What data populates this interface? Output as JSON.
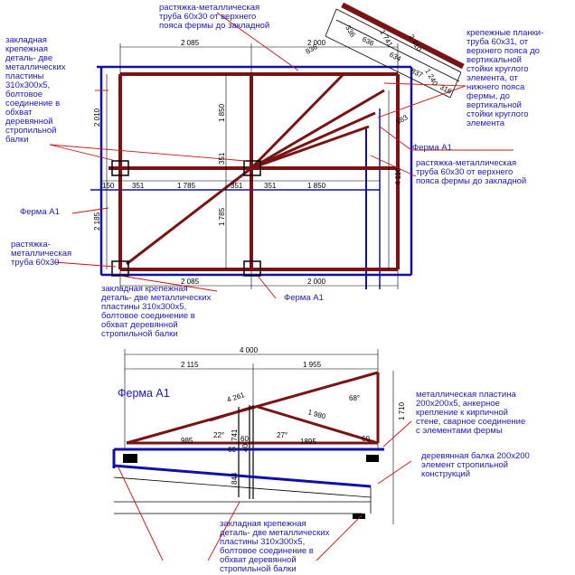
{
  "notes": {
    "top_rastyazhka": "растяжка-металлическая\nтруба 60х30 от верхнего\nпояса фермы до закладной",
    "top_left_zakladnaya": "закладная\nкрепежная\nдеталь- две\nметаллических\nпластины\n310х300х5,\nболтовое\nсоединение в\nобхват\nдеревянной\nстропильной\nбалки",
    "right_planki": "крепежные планки-\nтруба 60х31, от\nверхнего пояса до\nвертикальной\nстойки круглого\nэлемента, от\nнижнего пояса\nфермы, до\nвертикальной\nстойки круглого\nэлемента",
    "ferma_a1_right": "Ферма А1",
    "right_rastyazhka": "растяжка-металлическая\nтруба 60х30 от верхнего\nпояса фермы до закладной",
    "ferma_a1_left": "Ферма А1",
    "left_rastyazhka": "растяжка-\nметаллическая\nтруба 60х30",
    "bottom_zakladnaya": "закладная крепежная\nдеталь- две металлических\nпластины 310х300х5,\nболтовое соединение в\nобхват деревянной\nстропильной балки",
    "ferma_a1_bottom": "Ферма А1",
    "section_title": "Ферма А1",
    "metal_plate": "металлическая пластина\n200х200х5, анкерное\nкрепление к кирпичной\nстене, сварное соединение\nс элементами фермы",
    "beam": "деревянная балка 200х200\nэлемент стропильной\nконструкций",
    "bottom_note": "закладная крепежная\nдеталь- две металлических\nпластины 310х300х5,\nболтовое соединение в\nобхват деревянной\nстропильной балки"
  },
  "plan_dims": {
    "top_left": "2 085",
    "top_right": "2 000",
    "left_upper": "2 010",
    "left_lower": "2 185",
    "mid_upper": "1 850",
    "mid_lower": "1 785",
    "row_150": "150",
    "row_351a": "351",
    "row_1785": "1 785",
    "row_351b": "351",
    "row_351c": "351",
    "row_351d": "351",
    "row_1850": "1 850",
    "bottom_left": "2 085",
    "bottom_right": "2 000",
    "right_4110": "4 110",
    "diag_336": "336",
    "diag_1741": "1 741",
    "diag_2410": "2 410",
    "diag_636": "636",
    "diag_836": "836",
    "diag_634": "634",
    "diag_1240": "1 240",
    "diag_316": "316",
    "diag_983": "983",
    "diag_837": "837"
  },
  "section_dims": {
    "overall": "4 000",
    "left_span": "2 115",
    "right_span": "1 955",
    "height": "1 710",
    "rafter_left": "4 261",
    "rafter_right": "1 980",
    "angle_68": "68°",
    "angle_22a": "22°",
    "angle_27": "27°",
    "d_985": "985",
    "d_741": "741",
    "d_60a": "60",
    "d_60b": "60",
    "d_1895": "1895",
    "d_60c": "60",
    "d_844": "844",
    "d_40": "40"
  },
  "colors": {
    "beam": "#7a1414",
    "wall": "#1010a8",
    "annotation": "#1a1ab4",
    "leader": "#c81414",
    "dimension": "#000000"
  }
}
